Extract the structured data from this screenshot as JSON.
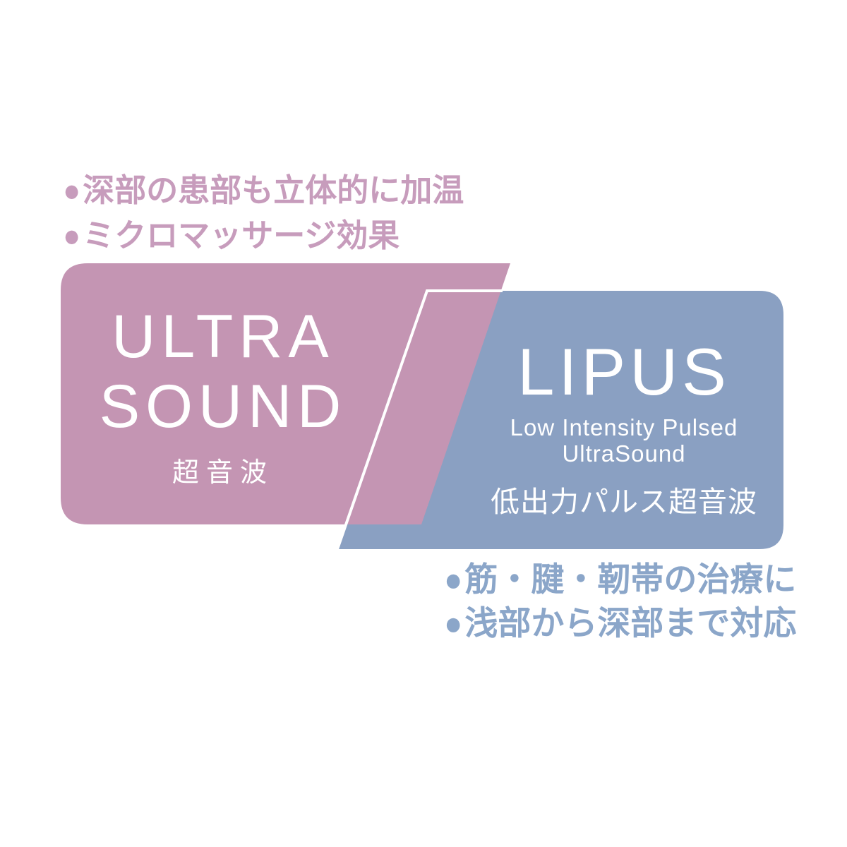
{
  "colors": {
    "background": "#ffffff",
    "pink_panel": "#c495b3",
    "blue_panel": "#8aa0c2",
    "pink_bullet_text": "#c79cbc",
    "blue_bullet_text": "#8ba6c9",
    "panel_text": "#ffffff",
    "divider_line": "#ffffff"
  },
  "top_bullets": {
    "items": [
      {
        "bullet": "●",
        "text": "深部の患部も立体的に加温"
      },
      {
        "bullet": "●",
        "text": "ミクロマッサージ効果"
      }
    ]
  },
  "ultrasound_panel": {
    "title_line1": "ULTRA",
    "title_line2": "SOUND",
    "subtitle_jp": "超音波"
  },
  "lipus_panel": {
    "title": "LIPUS",
    "subtitle_en_line1": "Low Intensity Pulsed",
    "subtitle_en_line2": "UltraSound",
    "subtitle_jp": "低出力パルス超音波"
  },
  "bottom_bullets": {
    "items": [
      {
        "bullet": "●",
        "text": "筋・腱・靭帯の治療に"
      },
      {
        "bullet": "●",
        "text": "浅部から深部まで対応"
      }
    ]
  }
}
